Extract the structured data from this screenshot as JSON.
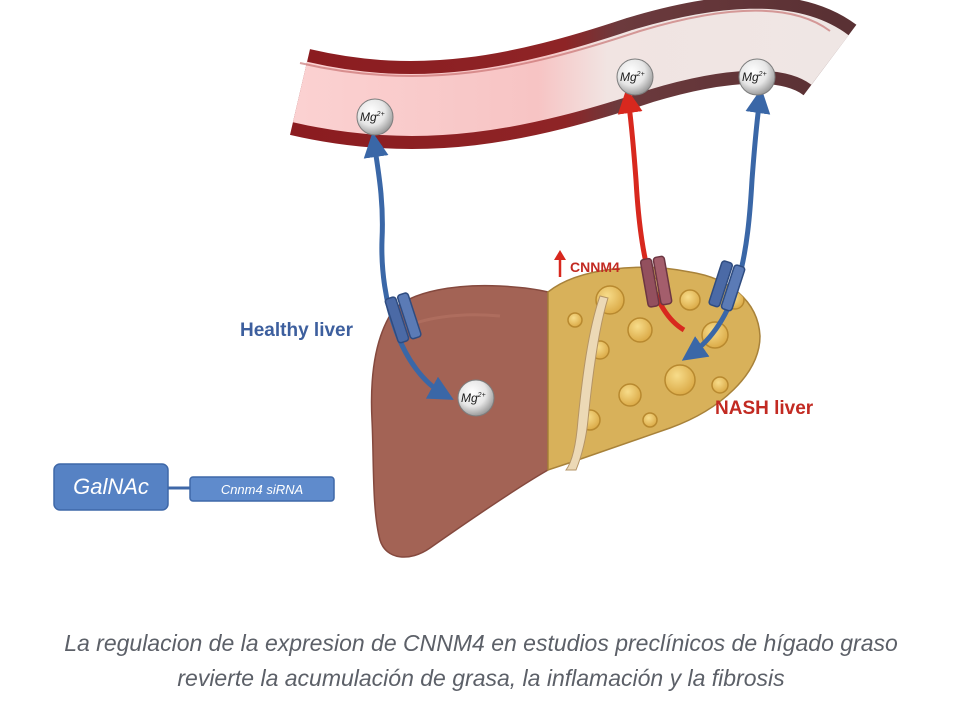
{
  "labels": {
    "healthy_liver": "Healthy liver",
    "nash_liver": "NASH liver",
    "cnnm4": "CNNM4",
    "galnac": "GalNAc",
    "sirna": "Cnnm4 siRNA"
  },
  "ions": {
    "mg": "Mg",
    "charge": "2+"
  },
  "caption": {
    "line1": "La regulacion de la expresion de CNNM4 en estudios preclínicos de hígado graso",
    "line2": "revierte la acumulación de grasa, la inflamación y la fibrosis"
  },
  "colors": {
    "blue_arrow": "#3a67a7",
    "red_arrow": "#d8281e",
    "healthy_label": "#3d5f9e",
    "nash_label": "#c22a22",
    "healthy_liver": "#a36355",
    "nash_liver": "#d8b15a",
    "vessel_wall": "#8c1f22",
    "galnac_box": "#5682c4"
  }
}
